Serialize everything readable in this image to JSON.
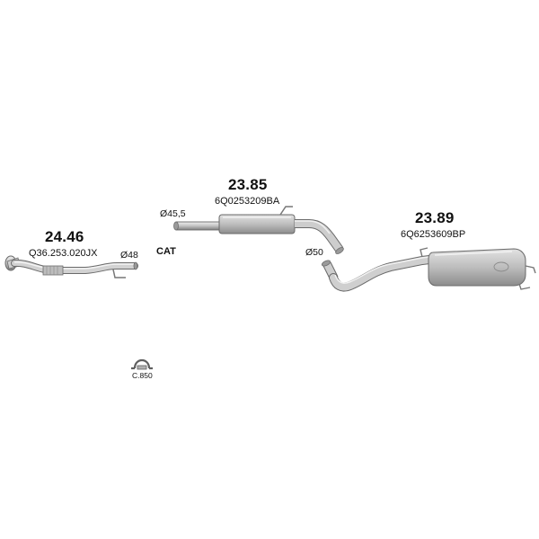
{
  "parts": [
    {
      "id": "front_pipe",
      "number": "24.46",
      "oem": "Q36.253.020JX",
      "diameter": "Ø48"
    },
    {
      "id": "middle_silencer",
      "number": "23.85",
      "oem": "6Q0253209BA",
      "diameter_in": "Ø45,5",
      "diameter_out": "Ø50"
    },
    {
      "id": "rear_silencer",
      "number": "23.89",
      "oem": "6Q6253609BP"
    }
  ],
  "cat_label": "CAT",
  "clamp": {
    "code": "C.850"
  },
  "colors": {
    "pipe_light": "#d4d4d4",
    "pipe_dark": "#8a8a8a",
    "outline": "#6a6a6a",
    "text": "#111111"
  }
}
